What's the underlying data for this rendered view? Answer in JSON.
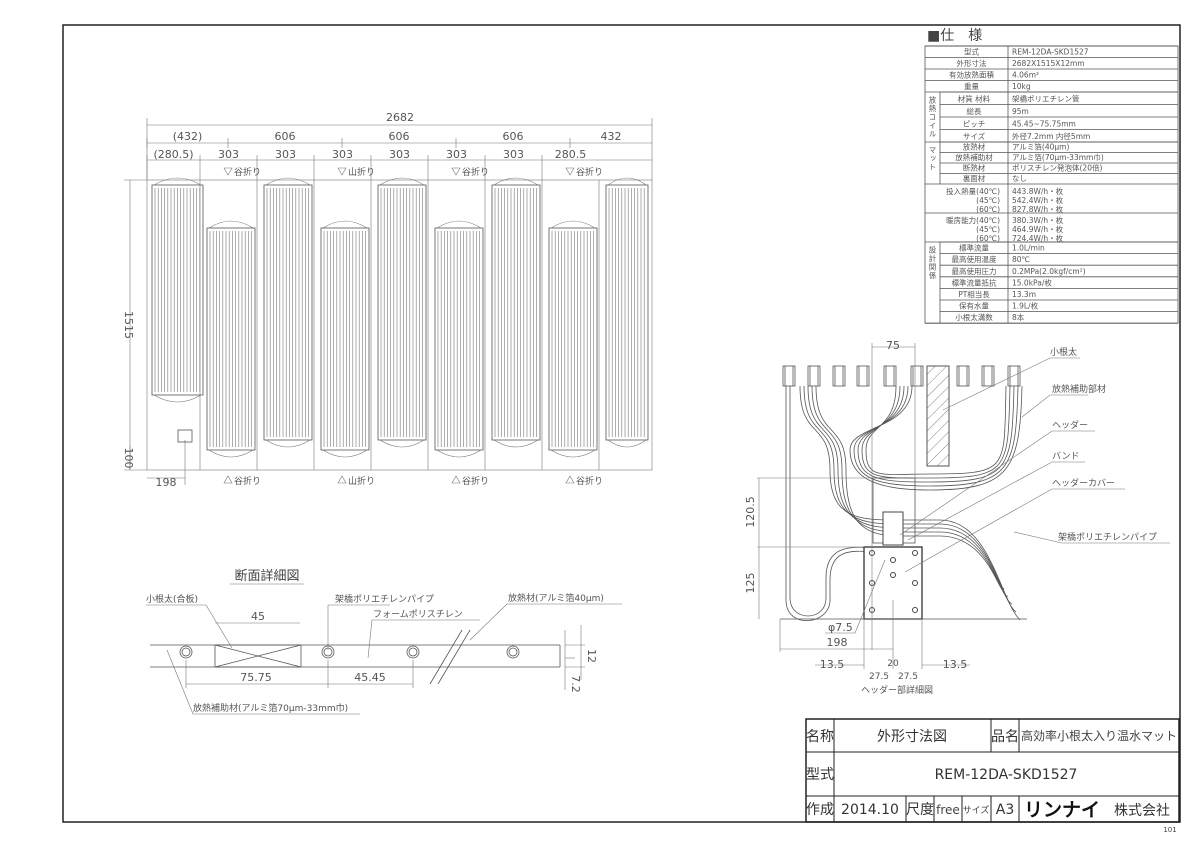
{
  "spec": {
    "title": "■仕　様",
    "rows": [
      {
        "label": "型式",
        "value": "REM-12DA-SKD1527"
      },
      {
        "label": "外形寸法",
        "value": "2682X1515X12mm"
      },
      {
        "label": "有効放熱面積",
        "value": "4.06m²"
      },
      {
        "label": "重量",
        "value": "10kg"
      }
    ],
    "coil_group": "放熱コイル",
    "coil_rows": [
      {
        "label": "材質 材料",
        "value": "架橋ポリエチレン管"
      },
      {
        "label": "総長",
        "value": "95m"
      },
      {
        "label": "ピッチ",
        "value": "45.45~75.75mm"
      },
      {
        "label": "サイズ",
        "value": "外径7.2mm 内径5mm"
      }
    ],
    "mat_group": "マット",
    "mat_rows": [
      {
        "label": "放熱材",
        "value": "アルミ箔(40μm)"
      },
      {
        "label": "放熱補助材",
        "value": "アルミ箔(70μm-33mm巾)"
      },
      {
        "label": "断熱材",
        "value": "ポリスチレン発泡体(20倍)"
      },
      {
        "label": "裏面材",
        "value": "なし"
      }
    ],
    "heat_input": {
      "labels": [
        "投入熱量(40℃)",
        "(45℃)",
        "(60℃)"
      ],
      "values": [
        "443.8W/h・枚",
        "542.4W/h・枚",
        "827.8W/h・枚"
      ]
    },
    "heating": {
      "labels": [
        "暖房能力(40℃)",
        "(45℃)",
        "(60℃)"
      ],
      "values": [
        "380.3W/h・枚",
        "464.9W/h・枚",
        "724.4W/h・枚"
      ]
    },
    "design_group": "設計関係",
    "design_rows": [
      {
        "label": "標準流量",
        "value": "1.0L/min"
      },
      {
        "label": "最高使用温度",
        "value": "80℃"
      },
      {
        "label": "最高使用圧力",
        "value": "0.2MPa(2.0kgf/cm²)"
      },
      {
        "label": "標準流量抵抗",
        "value": "15.0kPa/枚"
      },
      {
        "label": "PT相当長",
        "value": "13.3m"
      },
      {
        "label": "保有水量",
        "value": "1.9L/枚"
      },
      {
        "label": "小根太溝数",
        "value": "8本"
      }
    ]
  },
  "plan": {
    "total_width": "2682",
    "row2": [
      "(432)",
      "606",
      "606",
      "606",
      "432"
    ],
    "row3": [
      "(280.5)",
      "303",
      "303",
      "303",
      "303",
      "303",
      "303",
      "280.5"
    ],
    "top_folds": [
      "谷折り",
      "山折り",
      "谷折り",
      "谷折り"
    ],
    "bottom_folds": [
      "谷折り",
      "山折り",
      "谷折り",
      "谷折り"
    ],
    "height": "1515",
    "header_height": "100",
    "header_offset": "198"
  },
  "section": {
    "title": "断面詳細図",
    "joist": "小根太(合板)",
    "pipe": "架橋ポリエチレンパイプ",
    "foam": "フォームポリスチレン",
    "radiator": "放熱材(アルミ箔40μm)",
    "aux": "放熱補助材(アルミ箔70μm-33mm巾)",
    "dim_45": "45",
    "dim_7575": "75.75",
    "dim_4545": "45.45",
    "dim_12": "12",
    "dim_72": "7.2"
  },
  "header_detail": {
    "title": "ヘッダー部詳細図",
    "labels": [
      "小根太",
      "放熱補助部材",
      "ヘッダー",
      "バンド",
      "ヘッダーカバー",
      "架橋ポリエチレンパイプ"
    ],
    "dim_75": "75",
    "dim_1205": "120.5",
    "dim_125": "125",
    "dim_phi": "φ7.5",
    "dim_198": "198",
    "dim_135a": "13.5",
    "dim_135b": "13.5",
    "dim_20": "20",
    "dim_275a": "27.5",
    "dim_275b": "27.5"
  },
  "titleblock": {
    "name_label": "名称",
    "name_value": "外形寸法図",
    "product_label": "品名",
    "product_value": "高効率小根太入り温水マット",
    "model_label": "型式",
    "model_value": "REM-12DA-SKD1527",
    "made_label": "作成",
    "made_value": "2014.10",
    "scale_label": "尺度",
    "scale_value": "free",
    "size_label": "サイズ",
    "size_value": "A3",
    "company_logo": "リンナイ",
    "company_suffix": "株式会社",
    "sheet_no": "101"
  }
}
